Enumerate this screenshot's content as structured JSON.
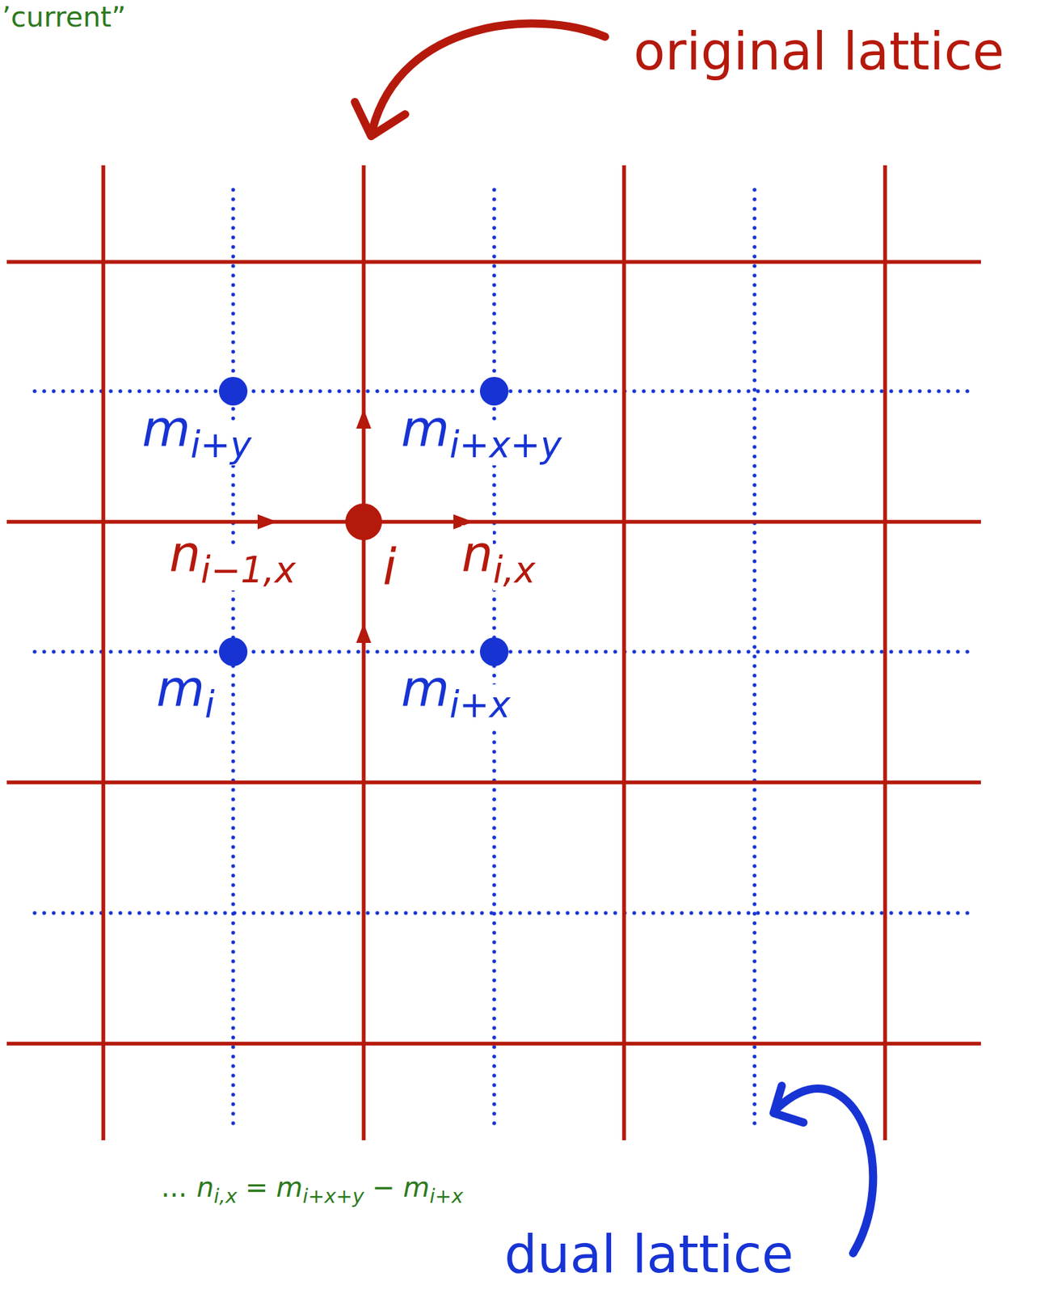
{
  "diagram": {
    "labels": [
      "’current”",
      "original lattice",
      "m",
      "i+y",
      "m",
      "i+x+y",
      "n",
      "i−1,x",
      "i",
      "n",
      "i,x",
      "m",
      "i",
      "m",
      "i+x",
      "...",
      "n",
      "i,x",
      "=",
      "m",
      "i+x+y",
      "−",
      "m",
      "i+x",
      "dual lattice"
    ]
  }
}
